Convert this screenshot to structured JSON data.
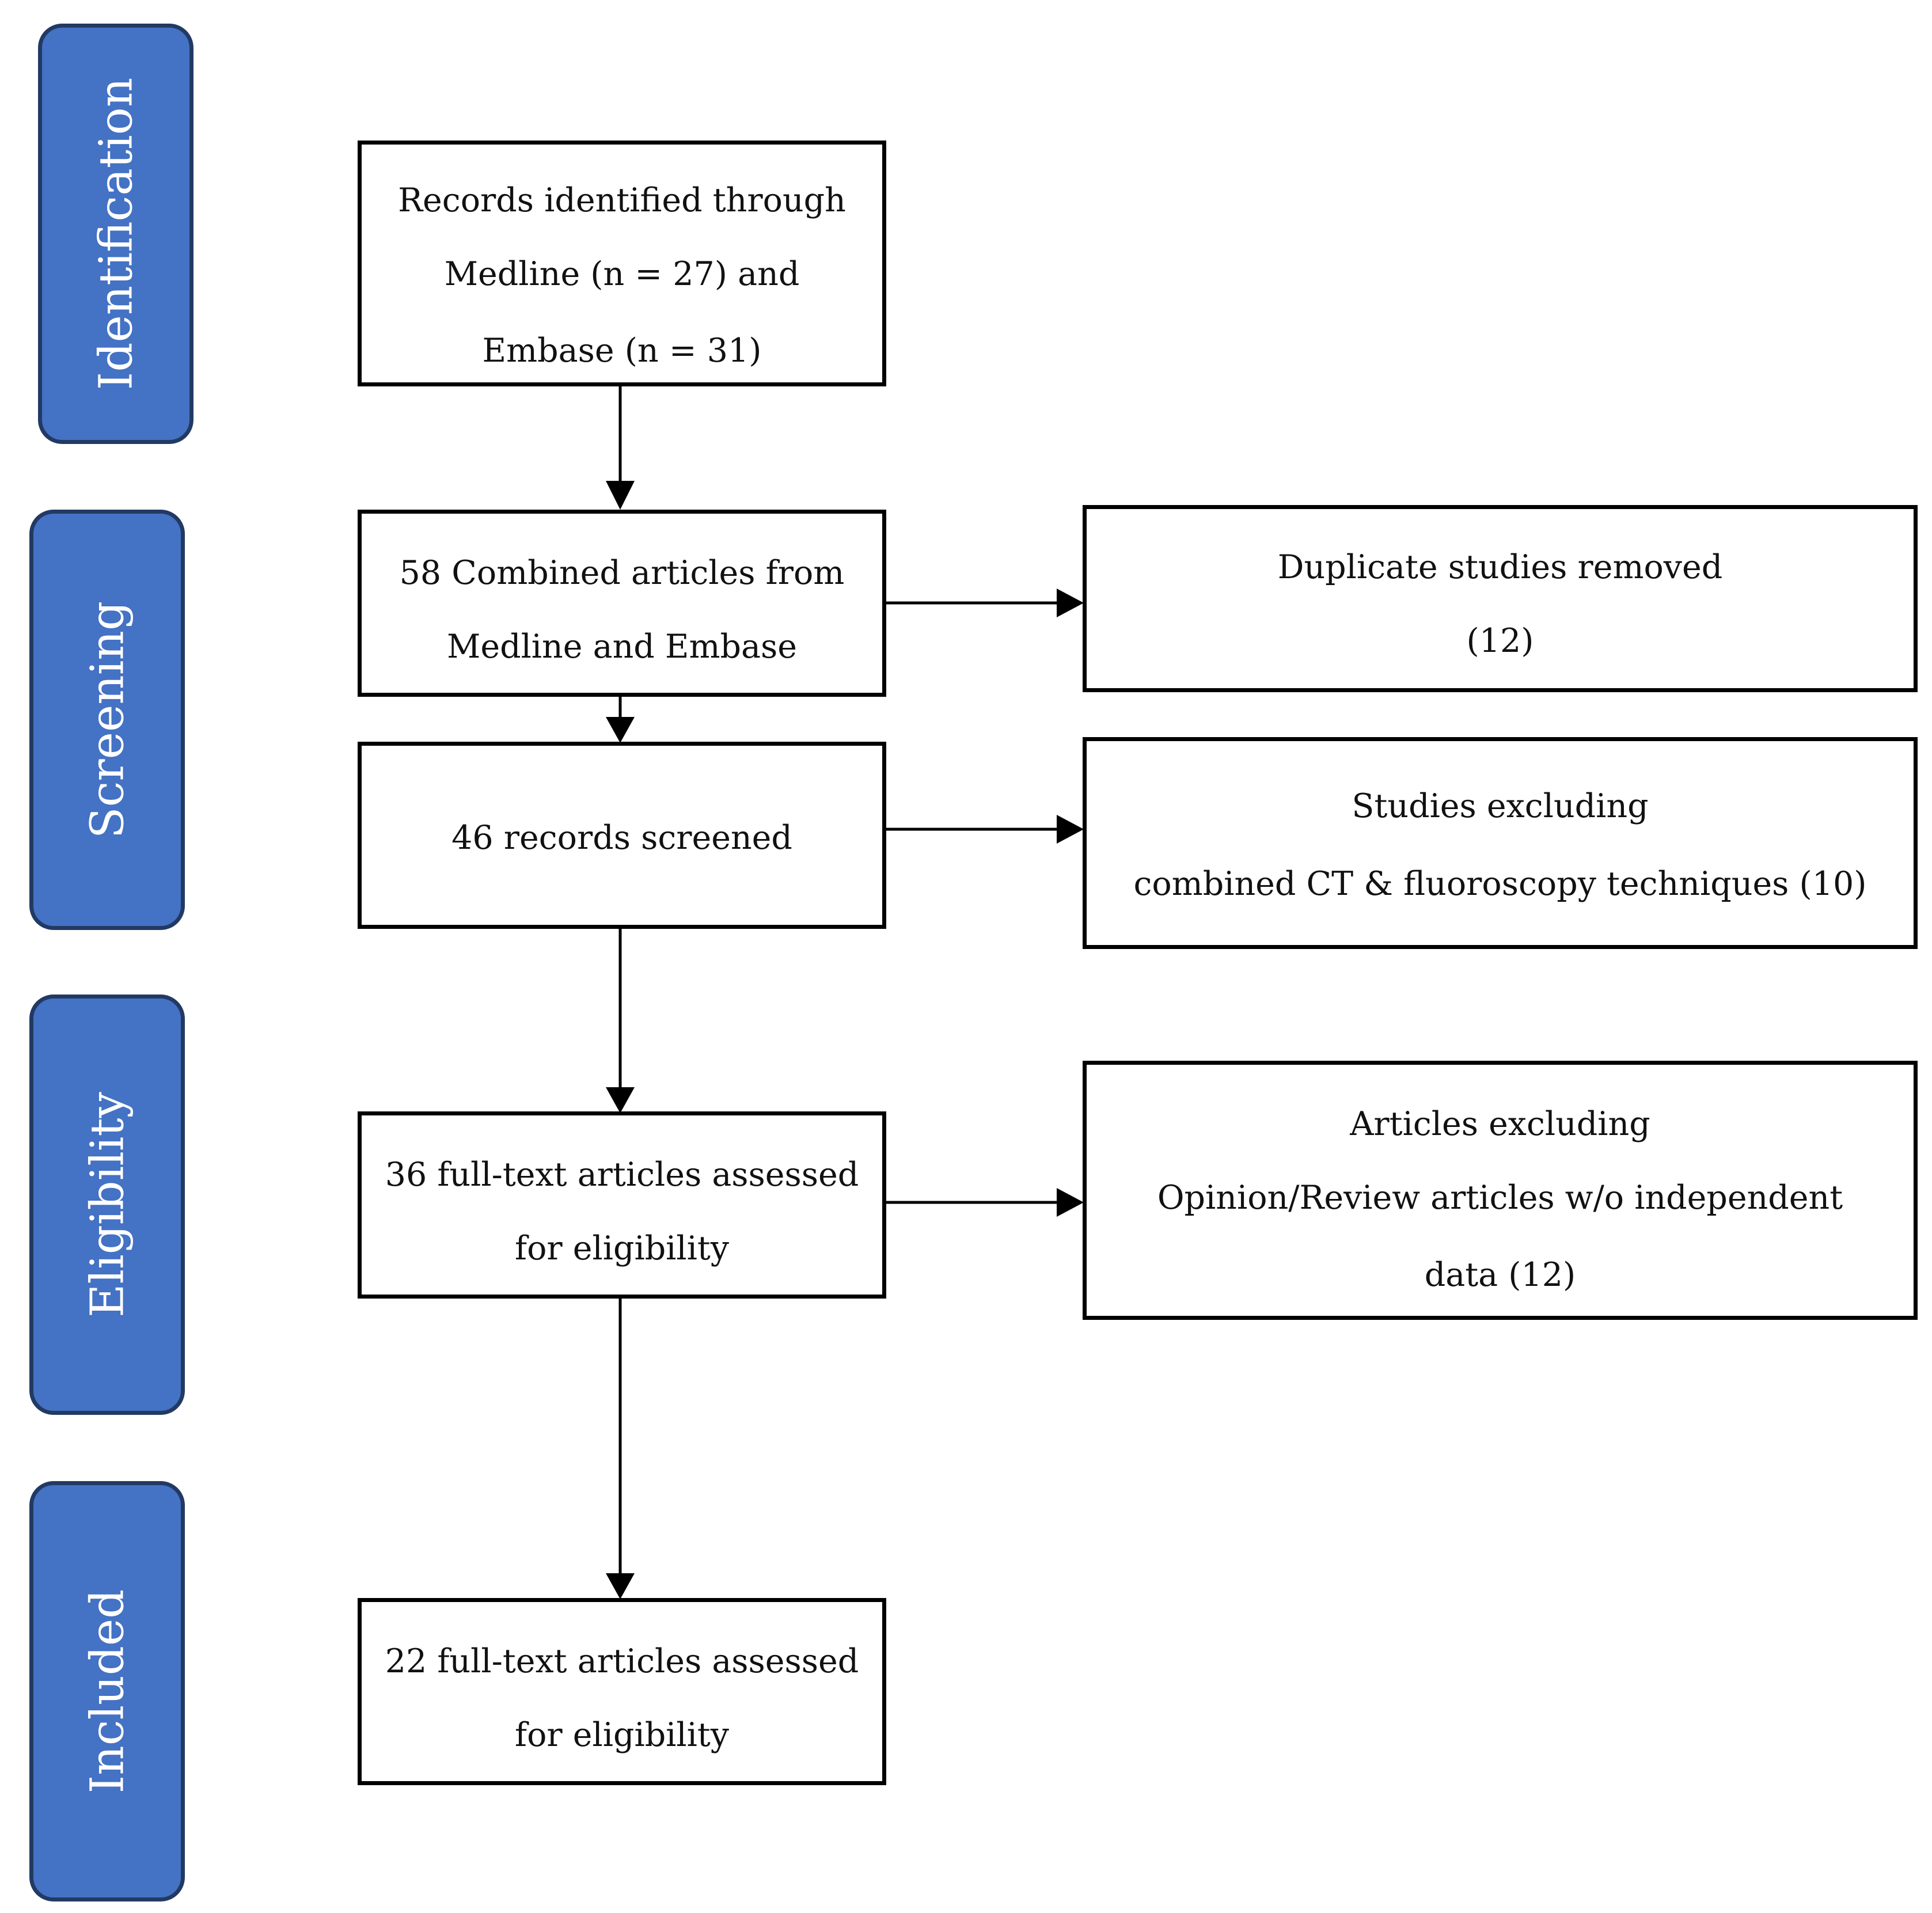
{
  "colors": {
    "stage_fill": "#4472c4",
    "stage_border": "#223a63",
    "box_border": "#000000"
  },
  "stages": [
    {
      "id": "identification",
      "label": "Identification"
    },
    {
      "id": "screening",
      "label": "Screening"
    },
    {
      "id": "eligibility",
      "label": "Eligibility"
    },
    {
      "id": "included",
      "label": "Included"
    }
  ],
  "boxes": {
    "records_identified": [
      "Records identified through",
      "Medline (n = 27) and",
      "Embase (n = 31)"
    ],
    "combined_articles": [
      "58 Combined articles from",
      "Medline and Embase"
    ],
    "records_screened": [
      "46 records screened"
    ],
    "full_text_assessed": [
      "36 full-text articles assessed",
      "for eligibility"
    ],
    "included_articles": [
      "22 full-text articles assessed",
      "for eligibility"
    ],
    "duplicates_removed": [
      "Duplicate studies removed",
      "(12)"
    ],
    "studies_excluding": [
      "Studies excluding",
      "combined CT & fluoroscopy techniques (10)"
    ],
    "articles_excluding": [
      "Articles excluding",
      "Opinion/Review articles w/o independent",
      "data (12)"
    ]
  }
}
